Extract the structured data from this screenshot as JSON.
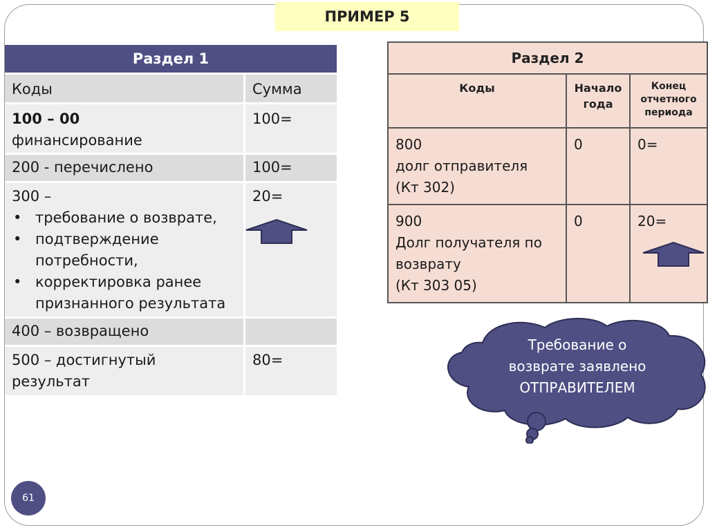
{
  "title": "ПРИМЕР 5",
  "table1": {
    "header": "Раздел 1",
    "col_codes": "Коды",
    "col_sum": "Сумма",
    "row1": {
      "code": "100 – 00",
      "desc": "финансирование",
      "sum": "100="
    },
    "row2": {
      "text": "200 -  перечислено",
      "sum": "100="
    },
    "row3": {
      "code": "300 –",
      "bullets": [
        "требование о возврате,",
        "подтверждение потребности,",
        "корректировка ранее признанного результата"
      ],
      "sum": "20="
    },
    "row4": {
      "text": "400 – возвращено",
      "sum": ""
    },
    "row5": {
      "text": "500 – достигнутый результат",
      "sum": "80="
    }
  },
  "table2": {
    "header": "Раздел 2",
    "col_codes": "Коды",
    "col_start": "Начало года",
    "col_end": "Конец отчетного периода",
    "row1": {
      "code": "800",
      "desc": "долг отправителя",
      "note": "(Кт 302)",
      "start": "0",
      "end": "0="
    },
    "row2": {
      "code": "900",
      "desc": "Долг получателя по возврату",
      "note": "(Кт 303 05)",
      "start": "0",
      "end": "20="
    }
  },
  "callout": {
    "line1": "Требование о",
    "line2": "возврате  заявлено",
    "line3": "ОТПРАВИТЕЛЕМ"
  },
  "page_number": "61",
  "colors": {
    "header_fill": "#4f4f84",
    "table2_fill": "#f6ddd3",
    "title_fill": "#ffffc0",
    "arrow_fill": "#4f4f84"
  }
}
